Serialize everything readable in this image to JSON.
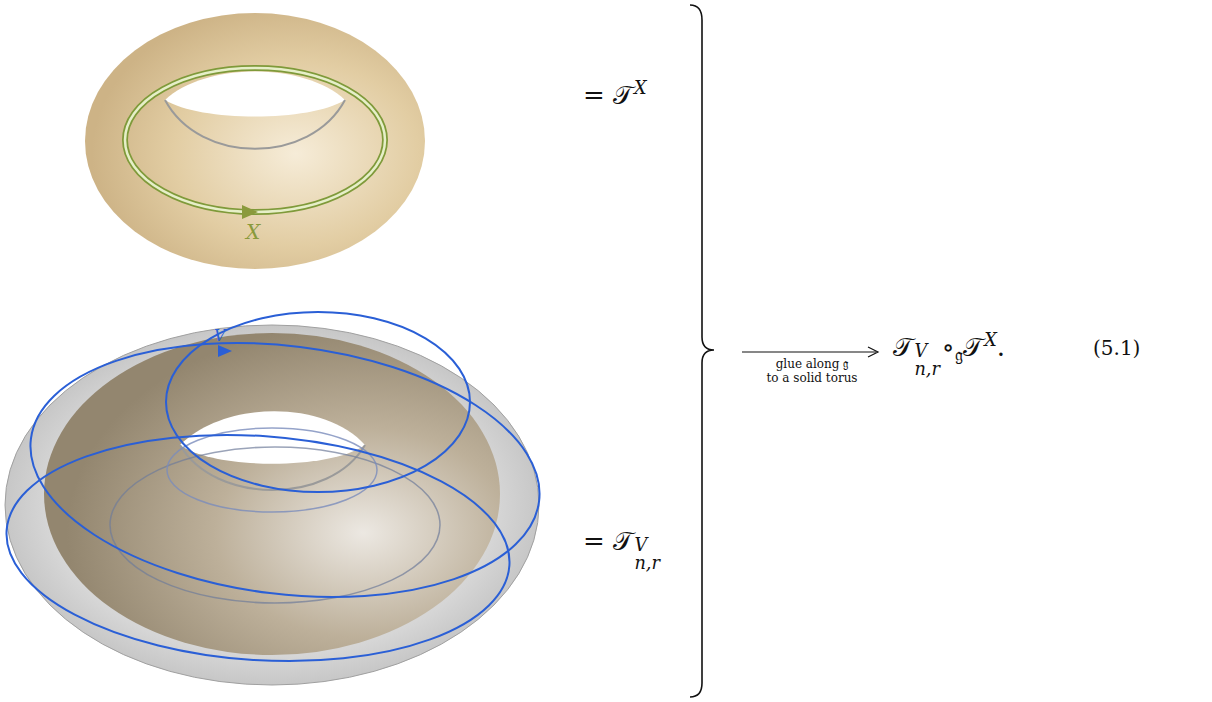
{
  "diagram": {
    "labels": [
      "X",
      "V",
      "= 𝒯",
      "X",
      "= 𝒯",
      "V",
      "n,r",
      "glue along 𝔤",
      "to a solid torus",
      "𝒯",
      "V",
      "n,r",
      "∘",
      "𝔤",
      "𝒯",
      "X",
      ".",
      "(5.1)"
    ]
  }
}
